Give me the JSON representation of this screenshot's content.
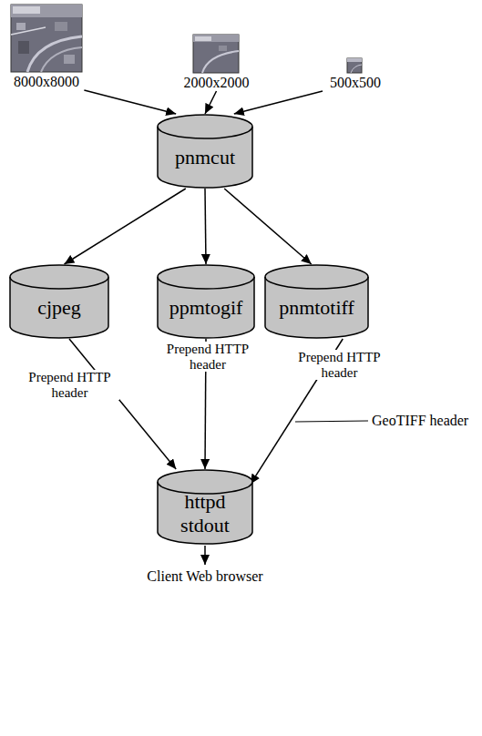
{
  "diagram": {
    "nodes": [
      {
        "text": [
          "8000x8000"
        ]
      },
      {
        "text": [
          "2000x2000"
        ]
      },
      {
        "text": [
          "500x500"
        ]
      },
      {
        "text": [
          "pnmcut"
        ]
      },
      {
        "text": [
          "cjpeg"
        ]
      },
      {
        "text": [
          "ppmtogif"
        ]
      },
      {
        "text": [
          "pnmtotiff"
        ]
      },
      {
        "text": [
          "httpd stdout"
        ]
      }
    ],
    "edges": [
      {
        "from": 0,
        "to": 3,
        "arrow": "to"
      },
      {
        "from": 1,
        "to": 3,
        "arrow": "to"
      },
      {
        "from": 2,
        "to": 3,
        "arrow": "to"
      },
      {
        "from": 3,
        "to": 4,
        "arrow": "to"
      },
      {
        "from": 3,
        "to": 5,
        "arrow": "to"
      },
      {
        "from": 3,
        "to": 6,
        "arrow": "to"
      },
      {
        "from": 4,
        "to": 7,
        "label": "Prepend HTTP header",
        "arrow": "to"
      },
      {
        "from": 5,
        "to": 7,
        "label": "Prepend HTTP header",
        "arrow": "to"
      },
      {
        "from": 6,
        "to": 7,
        "label": "Prepend HTTP header",
        "arrow": "to"
      }
    ],
    "labels": [
      "GeoTIFF header",
      "Client Web browser"
    ]
  }
}
